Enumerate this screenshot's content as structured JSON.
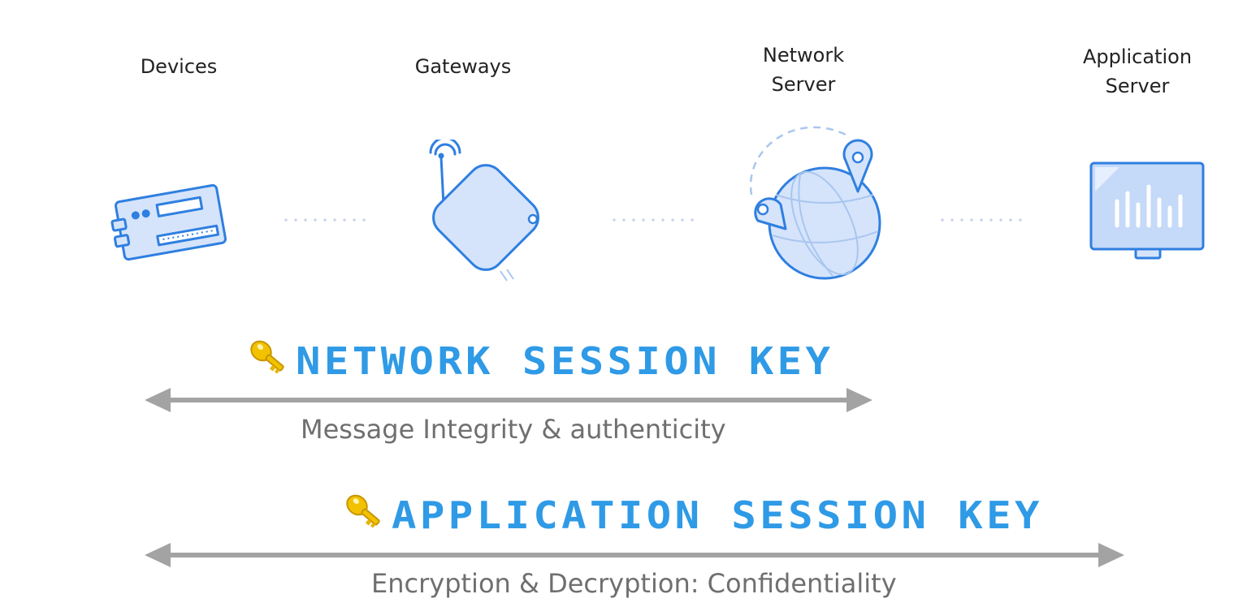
{
  "nodes": [
    {
      "label_line1": "Devices",
      "label_line2": ""
    },
    {
      "label_line1": "Gateways",
      "label_line2": ""
    },
    {
      "label_line1": "Network",
      "label_line2": "Server"
    },
    {
      "label_line1": "Application",
      "label_line2": "Server"
    }
  ],
  "keys": {
    "network": {
      "title": "NETWORK SESSION KEY",
      "caption": "Message Integrity & authenticity"
    },
    "application": {
      "title": "APPLICATION SESSION KEY",
      "caption": "Encryption & Decryption: Confidentiality"
    }
  },
  "colors": {
    "icon_stroke": "#2f7fe0",
    "icon_fill": "#d5e4fb",
    "title_blue": "#2f9ae6",
    "arrow_gray": "#a3a3a3",
    "key_gold": "#e8b400"
  }
}
